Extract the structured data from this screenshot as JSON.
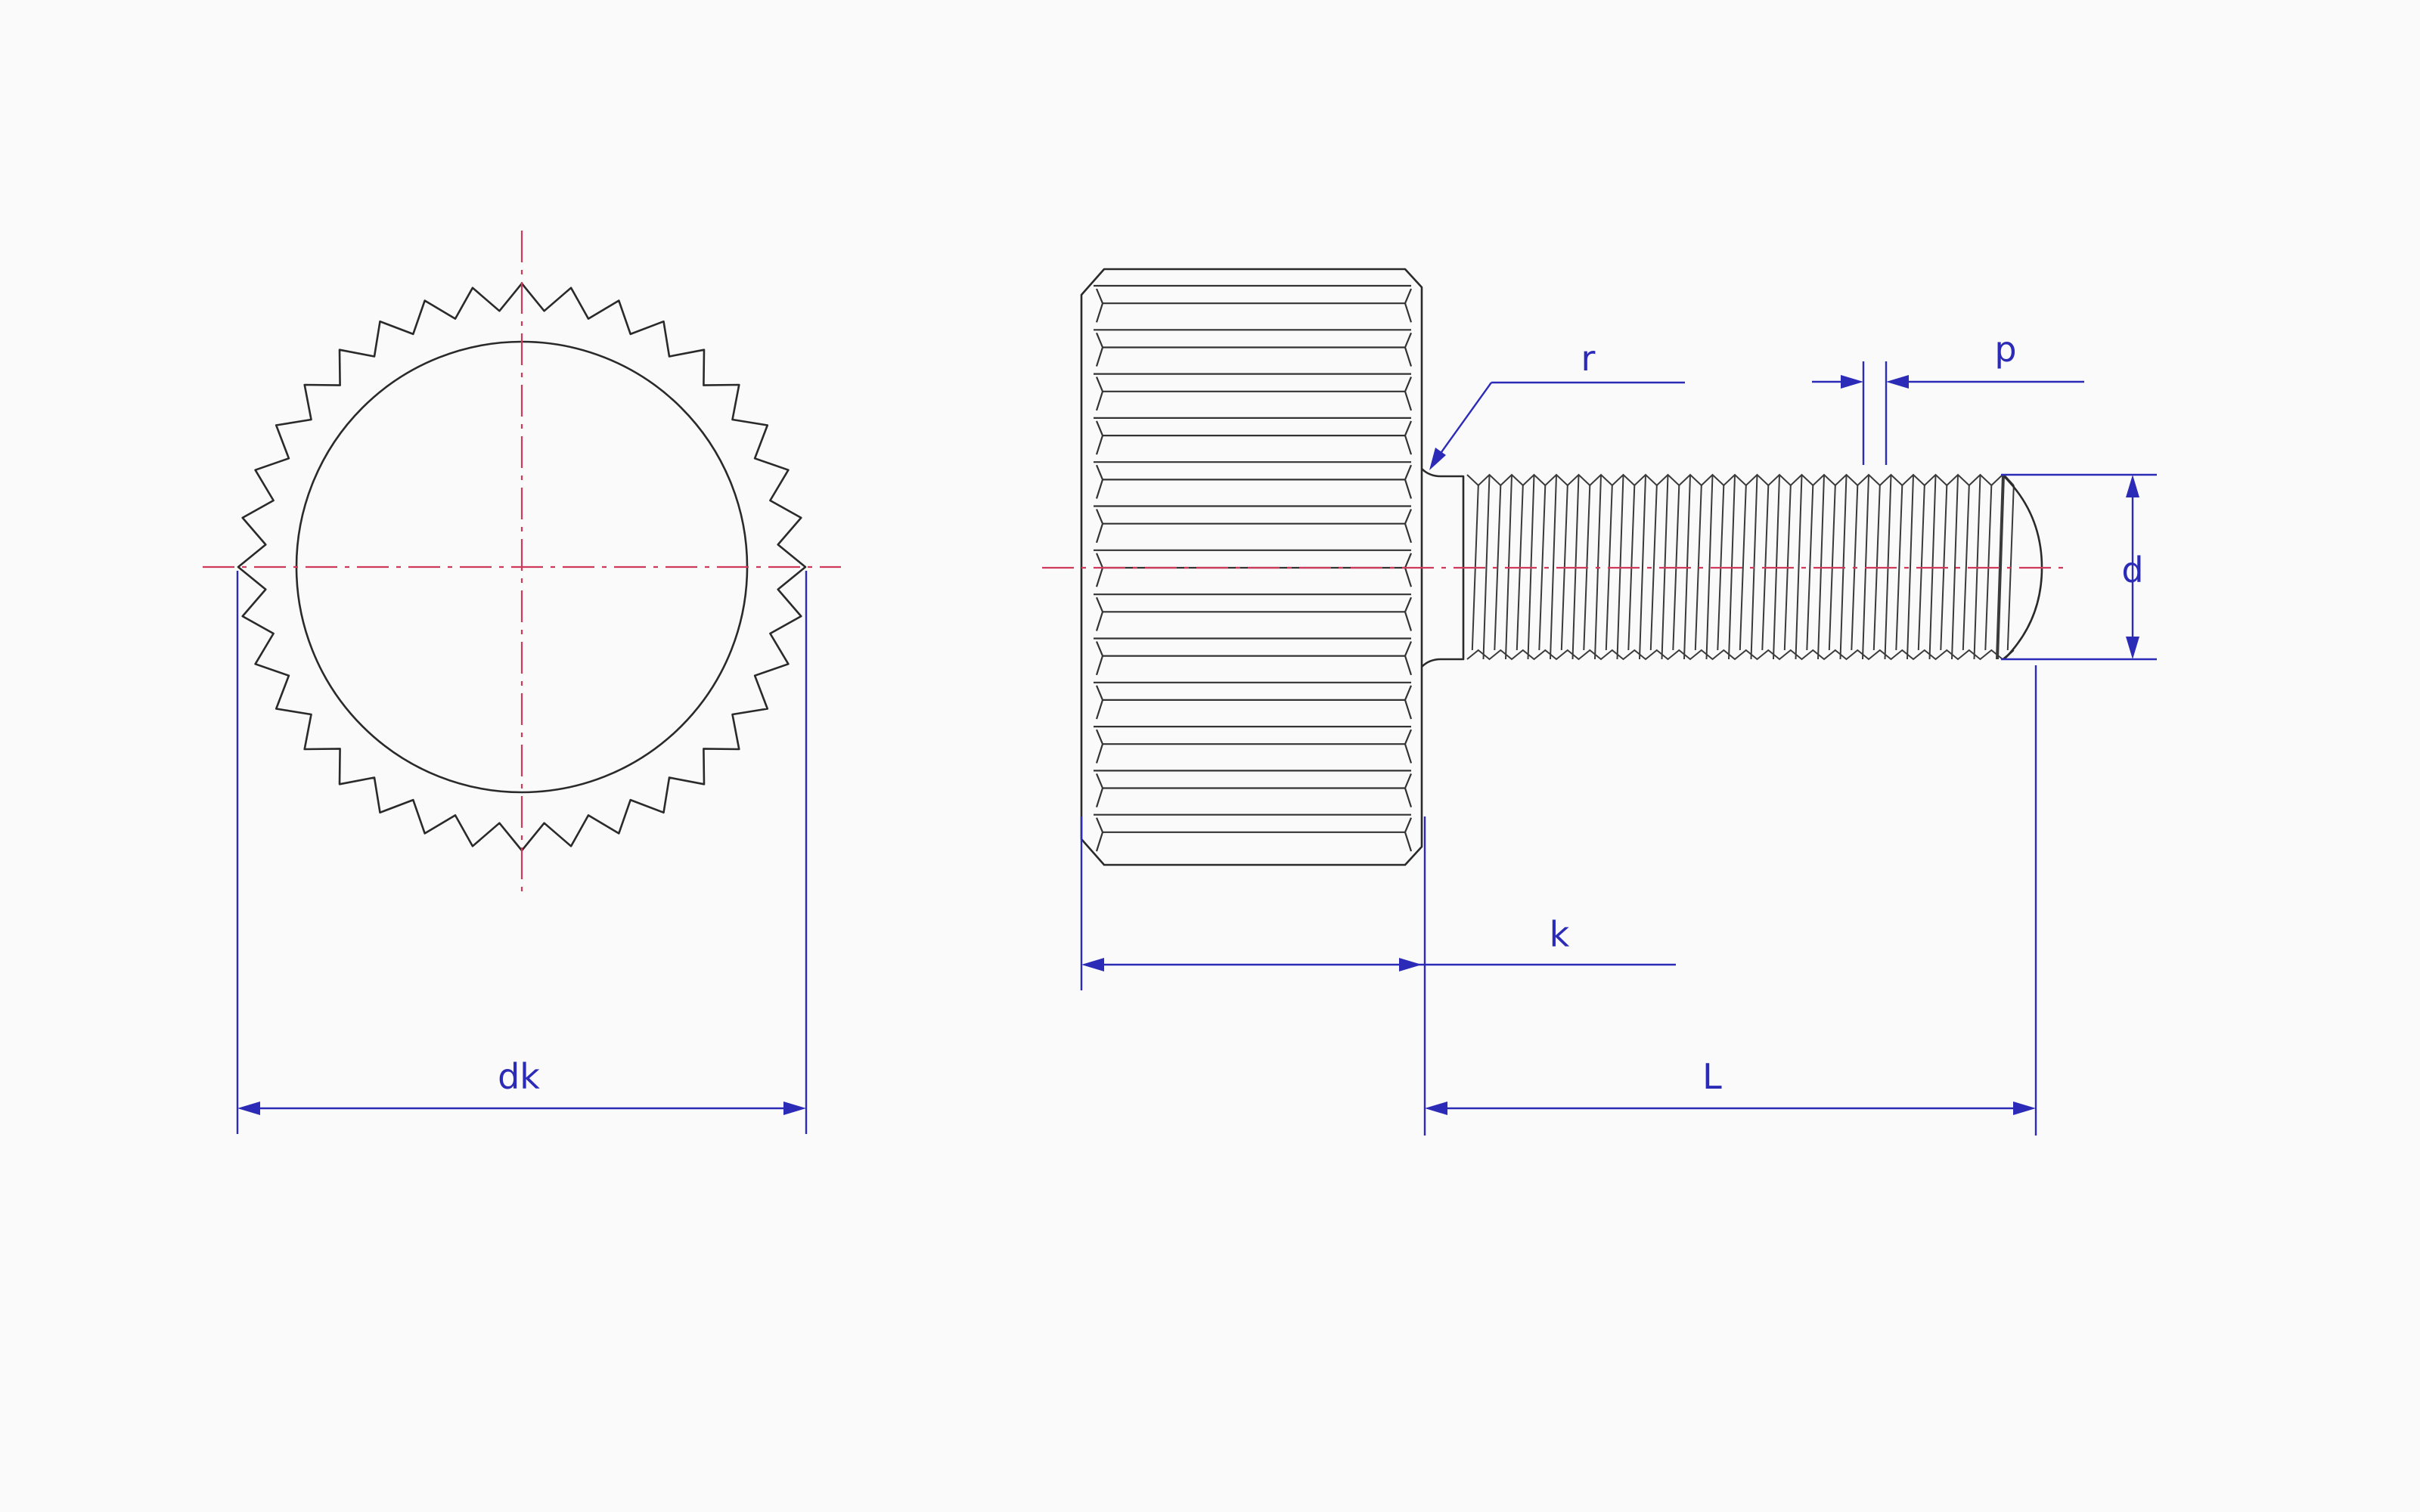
{
  "labels": {
    "dk": "dk",
    "k": "k",
    "L": "L",
    "r": "r",
    "p": "p",
    "d": "d"
  },
  "colors": {
    "outline": "#2a2a2a",
    "centerline": "#d03a5a",
    "dimension": "#2b2bb8",
    "background": "#fafafa"
  }
}
